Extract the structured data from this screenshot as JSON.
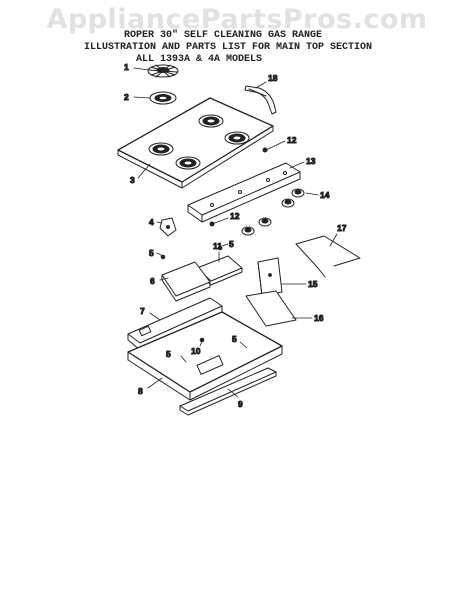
{
  "watermark": "AppliancePartsPros.com",
  "header": {
    "line1": "ROPER 30\" SELF CLEANING GAS RANGE",
    "line2": "ILLUSTRATION AND PARTS LIST FOR MAIN TOP SECTION",
    "line3": "ALL 1393A & 4A MODELS"
  },
  "callouts": [
    {
      "id": "1",
      "label": "1"
    },
    {
      "id": "2",
      "label": "2"
    },
    {
      "id": "3",
      "label": "3"
    },
    {
      "id": "4",
      "label": "4"
    },
    {
      "id": "5a",
      "label": "5"
    },
    {
      "id": "5b",
      "label": "5"
    },
    {
      "id": "5c",
      "label": "5"
    },
    {
      "id": "5d",
      "label": "5"
    },
    {
      "id": "6",
      "label": "6"
    },
    {
      "id": "7",
      "label": "7"
    },
    {
      "id": "8",
      "label": "8"
    },
    {
      "id": "9",
      "label": "9"
    },
    {
      "id": "10",
      "label": "10"
    },
    {
      "id": "11",
      "label": "11"
    },
    {
      "id": "12a",
      "label": "12"
    },
    {
      "id": "12b",
      "label": "12"
    },
    {
      "id": "13",
      "label": "13"
    },
    {
      "id": "14",
      "label": "14"
    },
    {
      "id": "15",
      "label": "15"
    },
    {
      "id": "16",
      "label": "16"
    },
    {
      "id": "17",
      "label": "17"
    },
    {
      "id": "18",
      "label": "18"
    }
  ]
}
